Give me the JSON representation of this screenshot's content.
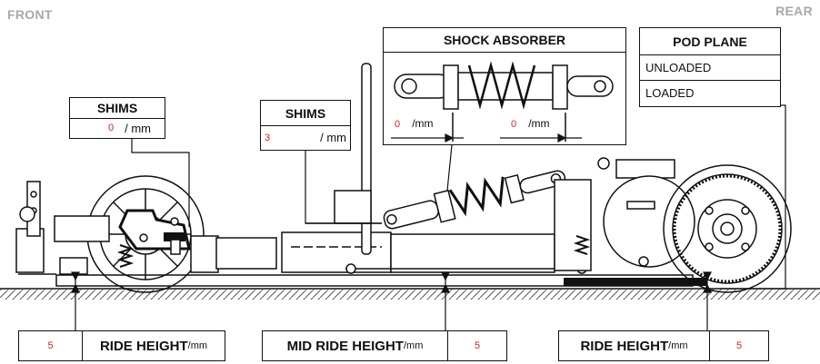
{
  "labels": {
    "front": "FRONT",
    "rear": "REAR"
  },
  "front_shims": {
    "title": "SHIMS",
    "value": "0",
    "unit": "/ mm"
  },
  "mid_shims": {
    "title": "SHIMS",
    "value": "3",
    "unit": "/ mm"
  },
  "shock_absorber": {
    "title": "SHOCK ABSORBER",
    "left_value": "0",
    "left_unit": "/mm",
    "right_value": "0",
    "right_unit": "/mm"
  },
  "pod_plane": {
    "title": "POD PLANE",
    "options": [
      "UNLOADED",
      "LOADED"
    ]
  },
  "front_ride_height": {
    "value": "5",
    "label": "RIDE HEIGHT",
    "unit": "/mm"
  },
  "mid_ride_height": {
    "label": "MID RIDE HEIGHT",
    "unit": "/mm",
    "value": "5"
  },
  "rear_ride_height": {
    "label": "RIDE HEIGHT",
    "unit": "/mm",
    "value": "5"
  },
  "colors": {
    "value_text": "#e0201b",
    "corner_text": "#a8a8a8",
    "line": "#111111"
  }
}
